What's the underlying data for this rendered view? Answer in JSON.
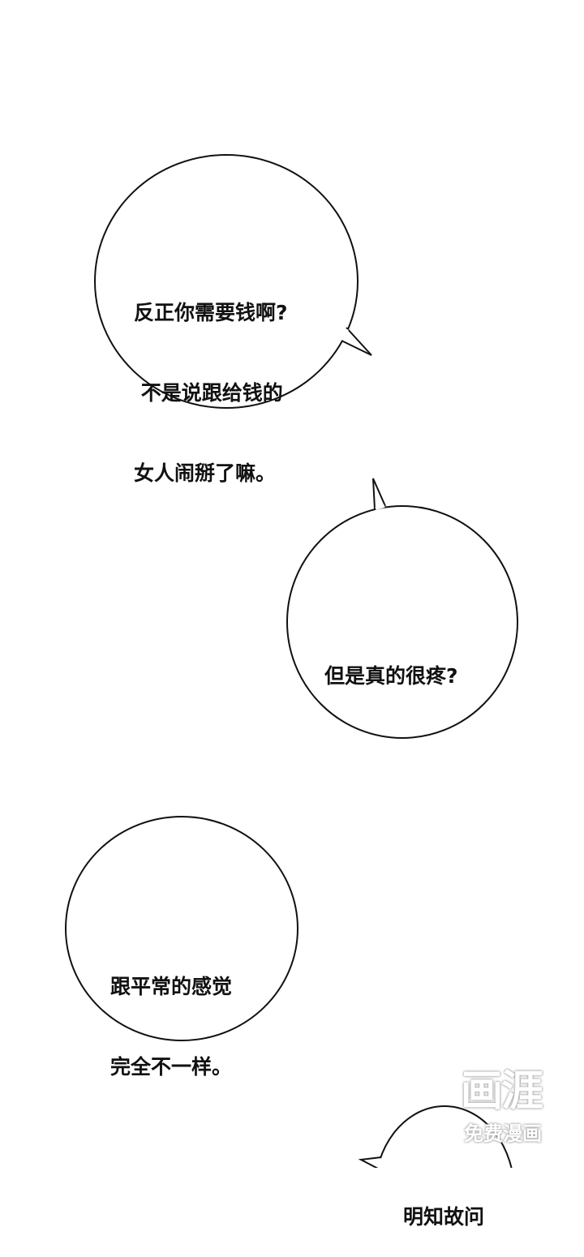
{
  "page": {
    "background": "#ffffff",
    "stroke_color": "#111111"
  },
  "bubbles": [
    {
      "id": "bubble-1",
      "lines": [
        "反正你需要钱啊?",
        " 不是说跟给钱的",
        "女人闹掰了嘛。"
      ],
      "tail": "right"
    },
    {
      "id": "bubble-2",
      "lines": [
        "但是真的很疼?"
      ],
      "tail": "top"
    },
    {
      "id": "bubble-3",
      "lines": [
        "跟平常的感觉",
        "完全不一样。"
      ],
      "tail": "none"
    },
    {
      "id": "bubble-4",
      "lines": [
        "明知故问"
      ],
      "tail": "left",
      "cropped": true
    }
  ],
  "watermark": {
    "logo": "画涯",
    "subtitle": "免费漫画"
  }
}
